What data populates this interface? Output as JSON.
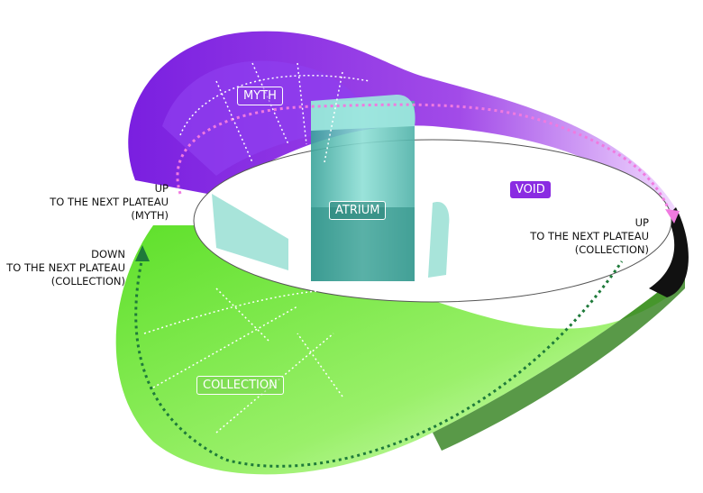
{
  "zones": {
    "myth": "MYTH",
    "atrium": "ATRIUM",
    "void": "VOID",
    "collection": "COLLECTION"
  },
  "annotations": {
    "up_myth": [
      "UP",
      "TO THE NEXT PLATEAU",
      "(MYTH)"
    ],
    "down_collection": [
      "DOWN",
      "TO THE NEXT PLATEAU",
      "(COLLECTION)"
    ],
    "up_collection": [
      "UP",
      "TO THE NEXT PLATEAU",
      "(COLLECTION)"
    ]
  },
  "colors": {
    "purple": "#8a2be2",
    "green": "#66e633",
    "teal": "#5fbfb5",
    "path_green": "#1e7a3a",
    "path_pink": "#f07ae0"
  }
}
